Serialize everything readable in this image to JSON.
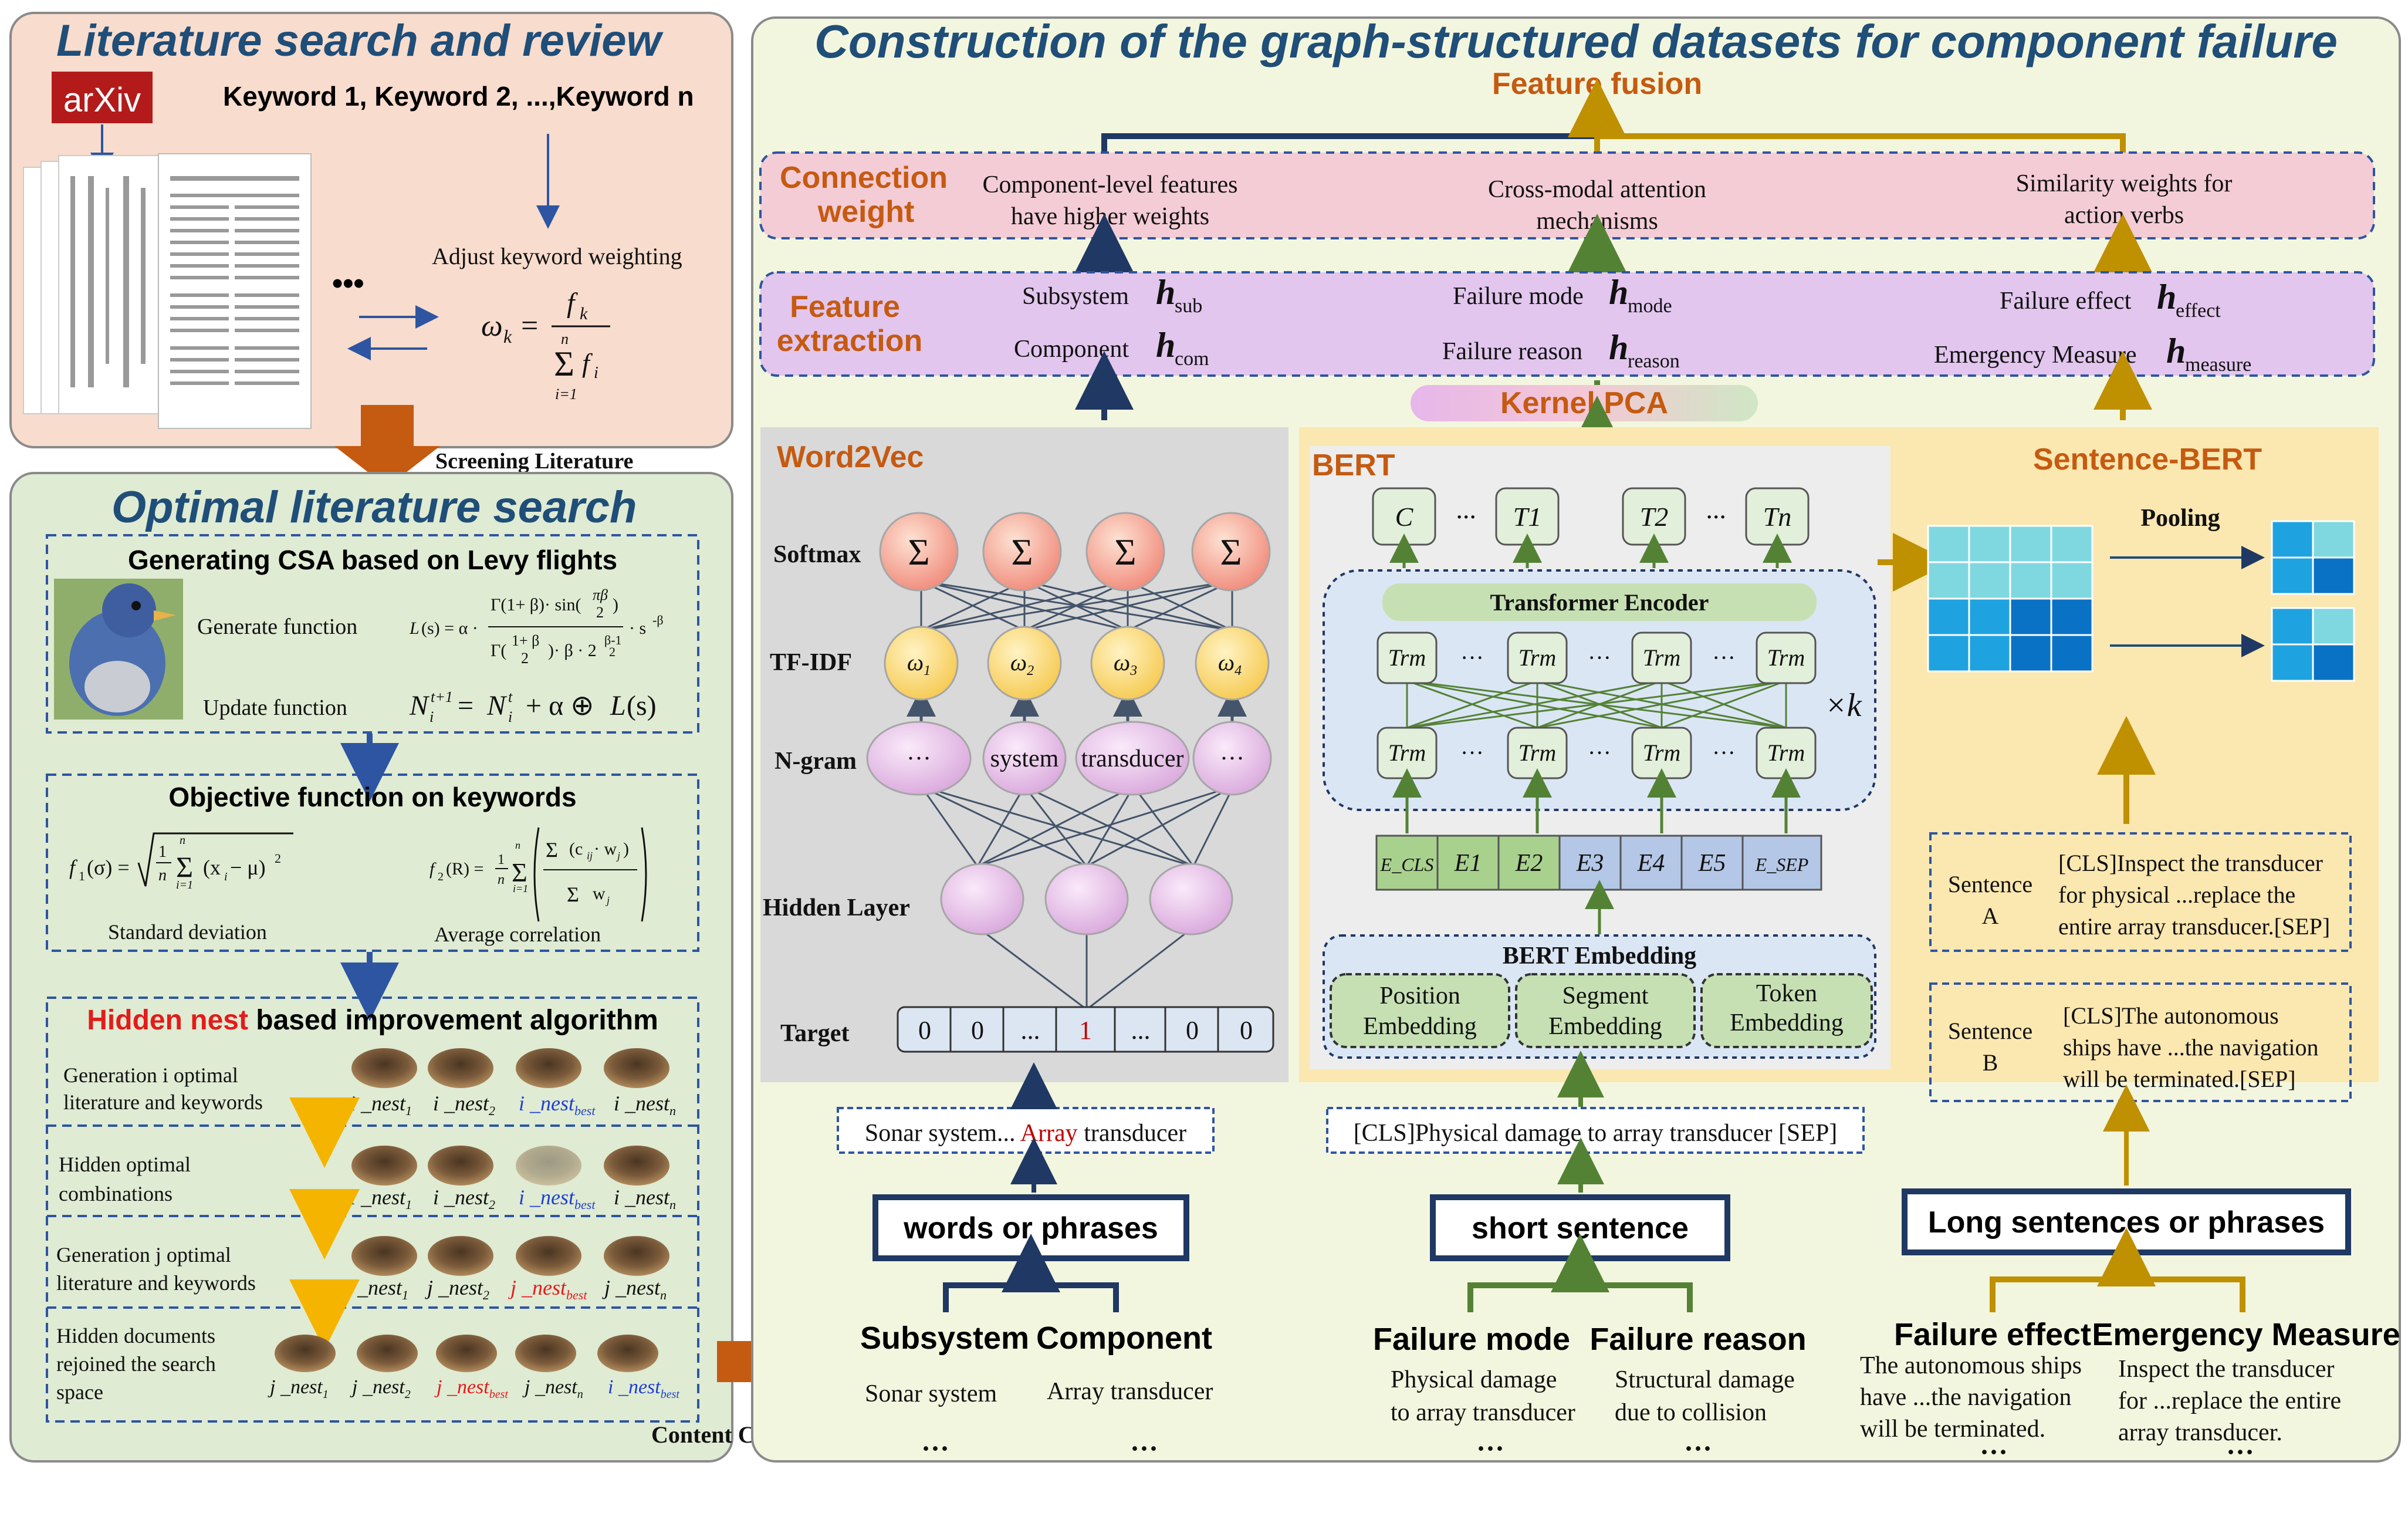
{
  "left_top": {
    "title": "Literature search and review",
    "arxiv": "arXiv",
    "keywords": "Keyword 1, Keyword 2, ...,Keyword n",
    "ellipsis": "•••",
    "adjust": "Adjust keyword weighting",
    "screening": "Screening Literature"
  },
  "left_mid": {
    "title": "Optimal literature search",
    "csa_title": "Generating CSA based on Levy flights",
    "generate_fn": "Generate function",
    "update_fn": "Update function",
    "obj_title": "Objective function on keywords",
    "std_dev": "Standard deviation",
    "avg_corr": "Average correlation",
    "hidden_title_red": "Hidden nest",
    "hidden_title_rest": " based improvement algorithm",
    "rows": [
      {
        "label1": "Generation i  optimal",
        "label2": "literature and keywords"
      },
      {
        "label1": "Hidden optimal",
        "label2": "combinations"
      },
      {
        "label1": "Generation j  optimal",
        "label2": "literature and keywords"
      },
      {
        "label1": "Hidden documents",
        "label2": "rejoined the search",
        "label3": "space"
      }
    ],
    "content_classification": "Content Classification"
  },
  "right": {
    "title": "Construction of the graph-structured datasets for component failure",
    "feature_fusion": "Feature fusion",
    "connection_weight": [
      "Connection",
      "weight"
    ],
    "conn_items": [
      [
        "Component-level features",
        "have higher weights"
      ],
      [
        "Cross-modal attention",
        "mechanisms"
      ],
      [
        "Similarity weights for",
        "action verbs"
      ]
    ],
    "feature_extraction": [
      "Feature",
      "extraction"
    ],
    "fe_items": [
      "Subsystem",
      "Component",
      "Failure mode",
      "Failure reason",
      "Failure effect",
      "Emergency Measure"
    ],
    "kernel_pca": "Kernel PCA",
    "word2vec": {
      "title": "Word2Vec",
      "layers": [
        "Softmax",
        "TF-IDF",
        "N-gram",
        "Hidden Layer",
        "Target"
      ],
      "ngram": [
        "···",
        "system",
        "transducer",
        "···"
      ],
      "target": [
        "0",
        "0",
        "...",
        "1",
        "...",
        "0",
        "0"
      ],
      "input_pre": "Sonar system... ",
      "input_red": "Array",
      "input_post": " transducer"
    },
    "bert": {
      "title": "BERT",
      "top": [
        "C",
        "···",
        "T1",
        "T2",
        "···",
        "Tn"
      ],
      "encoder": "Transformer Encoder",
      "trm": "Trm",
      "times_k": "×k",
      "emb": [
        "E_CLS",
        "E1",
        "E2",
        "E3",
        "E4",
        "E5",
        "E_SEP"
      ],
      "embedding_title": "BERT Embedding",
      "embeddings": [
        [
          "Position",
          "Embedding"
        ],
        [
          "Segment",
          "Embedding"
        ],
        [
          "Token",
          "Embedding"
        ]
      ],
      "input": "[CLS]Physical damage to array transducer [SEP]"
    },
    "sbert": {
      "title": "Sentence-BERT",
      "pooling": "Pooling",
      "sentence_a_label": [
        "Sentence",
        "A"
      ],
      "sentence_a": [
        "[CLS]Inspect the transducer",
        "for physical ...replace the",
        "entire array transducer.[SEP]"
      ],
      "sentence_b_label": [
        "Sentence",
        "B"
      ],
      "sentence_b": [
        "[CLS]The autonomous",
        "ships have ...the navigation",
        "will be terminated.[SEP]"
      ]
    },
    "inputs": [
      "words or phrases",
      "short sentence",
      "Long sentences or phrases"
    ],
    "categories": [
      {
        "name": "Subsystem",
        "example": [
          "Sonar system"
        ]
      },
      {
        "name": "Component",
        "example": [
          "Array transducer"
        ]
      },
      {
        "name": "Failure mode",
        "example": [
          "Physical damage",
          "to array transducer"
        ]
      },
      {
        "name": "Failure reason",
        "example": [
          "Structural damage",
          "due to collision"
        ]
      },
      {
        "name": "Failure effect",
        "example": [
          "The autonomous ships",
          "have ...the navigation",
          "will be terminated."
        ]
      },
      {
        "name": "Emergency Measure",
        "example": [
          "Inspect the transducer",
          "for ...replace the entire",
          "array transducer."
        ]
      }
    ],
    "dots": "···"
  },
  "colors": {
    "title_blue": "#1f4e79",
    "orange": "#c55a11",
    "left_top_bg": "#f8dccd",
    "left_mid_bg": "#dfebd3",
    "right_bg": "#f3f6de",
    "pink_band": "#f4ccd6",
    "purple_band": "#e2c6ee",
    "bert_panel": "#fbe7b0",
    "dashed_blue": "#2e55a1"
  }
}
